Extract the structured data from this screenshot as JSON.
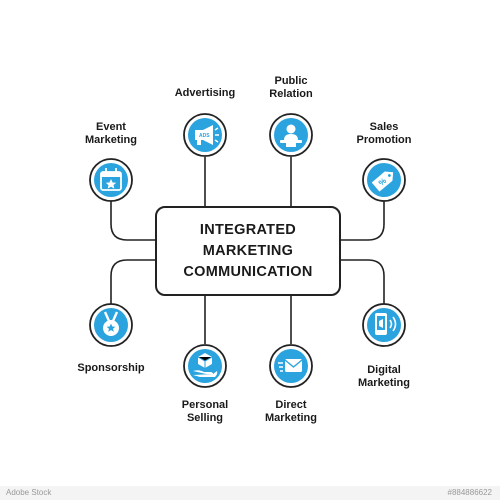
{
  "center": {
    "lines": [
      "INTEGRATED",
      "MARKETING",
      "COMMUNICATION"
    ]
  },
  "nodes": [
    {
      "id": "advertising",
      "label": "Advertising",
      "icon": "megaphone-icon",
      "icon_text": "ADS"
    },
    {
      "id": "public-relation",
      "label": "Public\nRelation",
      "icon": "speaker-person-icon"
    },
    {
      "id": "event-marketing",
      "label": "Event\nMarketing",
      "icon": "calendar-star-icon"
    },
    {
      "id": "sales-promotion",
      "label": "Sales\nPromotion",
      "icon": "discount-tag-icon",
      "icon_text": "%"
    },
    {
      "id": "sponsorship",
      "label": "Sponsorship",
      "icon": "medal-icon"
    },
    {
      "id": "personal-selling",
      "label": "Personal\nSelling",
      "icon": "hand-box-icon"
    },
    {
      "id": "direct-marketing",
      "label": "Direct\nMarketing",
      "icon": "envelope-icon"
    },
    {
      "id": "digital-marketing",
      "label": "Digital\nMarketing",
      "icon": "mobile-sound-icon"
    }
  ],
  "colors": {
    "accent": "#2aa3de",
    "stroke": "#222222",
    "text": "#1a1a1a"
  },
  "watermark": {
    "left": "Adobe Stock",
    "right": "#884886622"
  }
}
